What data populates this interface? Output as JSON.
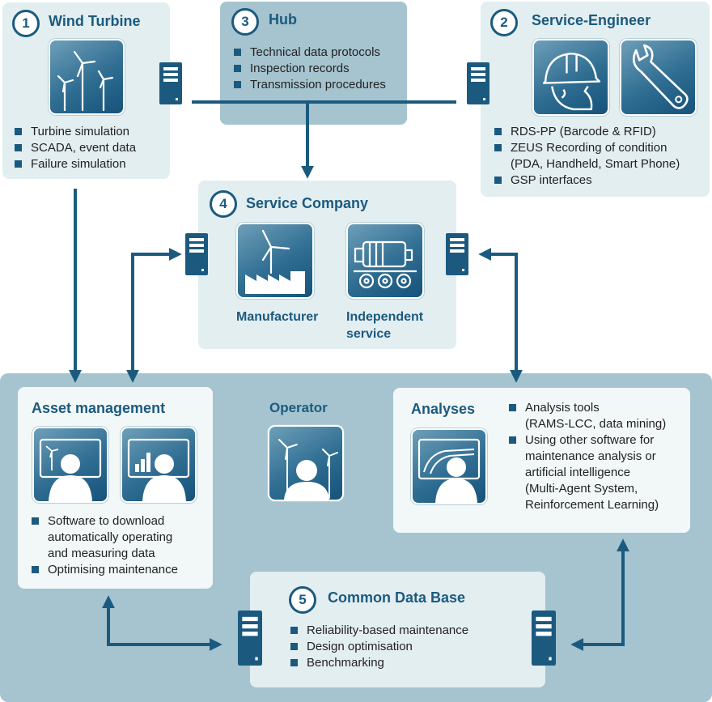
{
  "wind_turbine": {
    "number": "1",
    "title": "Wind Turbine",
    "items": [
      "Turbine simulation",
      "SCADA, event data",
      "Failure simulation"
    ],
    "icon": "wind-turbines-icon"
  },
  "service_engineer": {
    "number": "2",
    "title": "Service-Engineer",
    "items": [
      "RDS-PP (Barcode & RFID)",
      "ZEUS Recording of condition\n(PDA, Handheld, Smart Phone)",
      "GSP interfaces"
    ],
    "icons": [
      "hard-hat-worker-icon",
      "wrench-icon"
    ]
  },
  "hub": {
    "number": "3",
    "title": "Hub",
    "items": [
      "Technical data protocols",
      "Inspection records",
      "Transmission procedures"
    ]
  },
  "service_company": {
    "number": "4",
    "title": "Service Company",
    "manufacturer": "Manufacturer",
    "independent": "Independent\nservice",
    "icons": [
      "factory-turbine-icon",
      "generator-wagon-icon"
    ]
  },
  "operator_area": {
    "asset_management": {
      "title": "Asset management",
      "items": [
        "Software to download\nautomatically operating\nand measuring data",
        "Optimising maintenance"
      ],
      "icons": [
        "user-turbine-screen-icon",
        "user-bar-chart-screen-icon"
      ]
    },
    "operator": {
      "title": "Operator",
      "icon": "operator-turbines-icon"
    },
    "analyses": {
      "title": "Analyses",
      "items": [
        "Analysis tools\n(RAMS-LCC, data mining)",
        "Using other software for\nmaintenance analysis or\nartificial intelligence\n(Multi-Agent System,\nReinforcement Learning)"
      ],
      "icon": "user-line-chart-screen-icon"
    }
  },
  "common_data_base": {
    "number": "5",
    "title": "Common Data Base",
    "items": [
      "Reliability-based maintenance",
      "Design optimisation",
      "Benchmarking"
    ]
  },
  "colors": {
    "accent": "#1b5a7e",
    "light_panel": "#e3eef1",
    "operator_panel": "#a5c4cf",
    "hub_panel": "#a5c4cf"
  }
}
